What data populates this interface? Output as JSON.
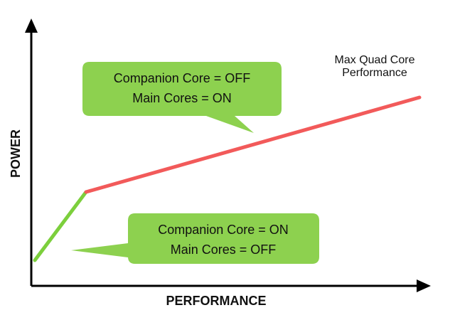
{
  "axes": {
    "y_label": "POWER",
    "x_label": "PERFORMANCE"
  },
  "annotation": {
    "line1": "Max Quad Core",
    "line2": "Performance"
  },
  "callout_top": {
    "line1": "Companion Core = OFF",
    "line2": "Main Cores = ON",
    "color": "#8dd14f"
  },
  "callout_bottom": {
    "line1": "Companion Core = ON",
    "line2": "Main Cores = OFF",
    "color": "#8dd14f"
  },
  "segments": {
    "companion_color": "#7ccf3c",
    "main_color": "#f25a5a"
  }
}
